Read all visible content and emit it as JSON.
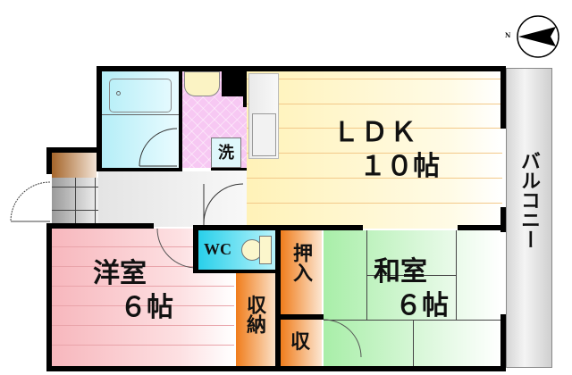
{
  "floorplan": {
    "compass": {
      "label": "N",
      "icon": "north-arrow-icon"
    },
    "rooms": {
      "ldk": {
        "name": "ＬＤＫ",
        "size": "１０帖"
      },
      "western_room": {
        "name": "洋室",
        "size": "６帖"
      },
      "japanese_room": {
        "name": "和室",
        "size": "６帖"
      },
      "wc": {
        "name": "WC"
      },
      "washer": {
        "name": "洗"
      },
      "closet_western": {
        "name": "収納"
      },
      "closet_japanese": {
        "name": "押入"
      },
      "storage_small": {
        "name": "収"
      },
      "balcony": {
        "name": "バルコニー"
      }
    },
    "colors": {
      "ldk": "#fff2b8",
      "bath": "#b5eef7",
      "washroom": "#f7c8f3",
      "western_room": "#f7b7bd",
      "wc": "#29d0ea",
      "closet": "#f07d1c",
      "japanese_room": "#a8eea8",
      "balcony": "#d6d6d6",
      "wall": "#000000"
    }
  }
}
